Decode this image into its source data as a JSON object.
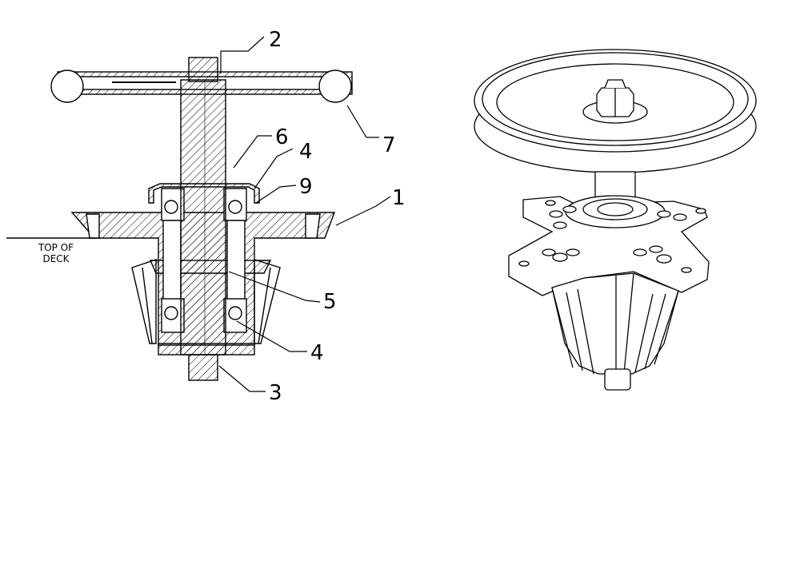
{
  "diagram": {
    "callouts": {
      "c1": "1",
      "c2": "2",
      "c3": "3",
      "c4a": "4",
      "c4b": "4",
      "c5": "5",
      "c6": "6",
      "c7": "7",
      "c9": "9"
    },
    "deck_label": {
      "line1": "TOP OF",
      "line2": "DECK"
    }
  },
  "footer_text": "",
  "colors": {
    "line": "#000000",
    "background": "#ffffff"
  }
}
